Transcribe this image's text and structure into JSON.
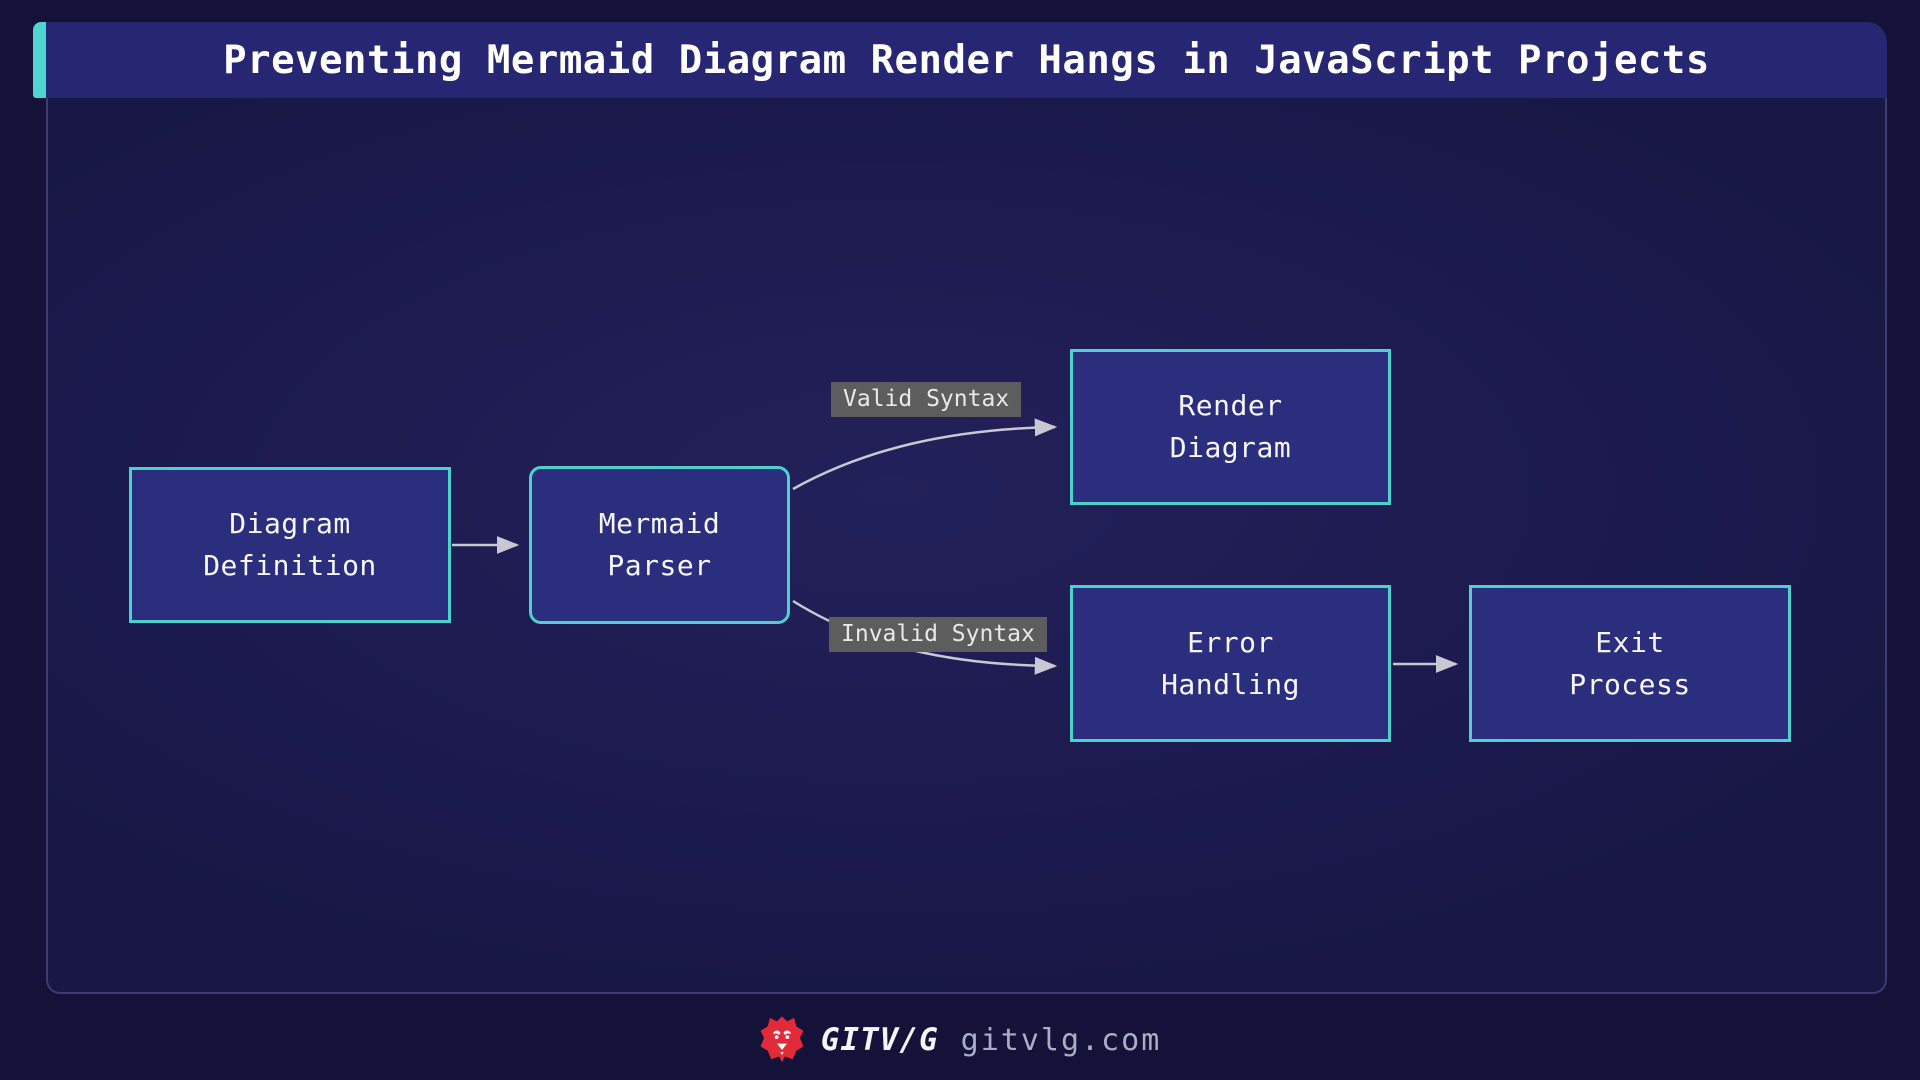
{
  "title": "Preventing Mermaid Diagram Render Hangs in JavaScript Projects",
  "diagram": {
    "type": "flowchart-LR",
    "nodes": [
      {
        "id": "diagram-definition",
        "line1": "Diagram",
        "line2": "Definition",
        "shape": "rect"
      },
      {
        "id": "mermaid-parser",
        "line1": "Mermaid",
        "line2": "Parser",
        "shape": "rounded"
      },
      {
        "id": "render-diagram",
        "line1": "Render",
        "line2": "Diagram",
        "shape": "rect"
      },
      {
        "id": "error-handling",
        "line1": "Error",
        "line2": "Handling",
        "shape": "rect"
      },
      {
        "id": "exit-process",
        "line1": "Exit",
        "line2": "Process",
        "shape": "rect"
      }
    ],
    "edges": [
      {
        "from": "diagram-definition",
        "to": "mermaid-parser",
        "label": ""
      },
      {
        "from": "mermaid-parser",
        "to": "render-diagram",
        "label": "Valid Syntax"
      },
      {
        "from": "mermaid-parser",
        "to": "error-handling",
        "label": "Invalid Syntax"
      },
      {
        "from": "error-handling",
        "to": "exit-process",
        "label": ""
      }
    ],
    "edge_labels": [
      {
        "text": "Valid Syntax"
      },
      {
        "text": "Invalid Syntax"
      }
    ]
  },
  "footer": {
    "logo_icon": "lion-icon",
    "brand": "GITV/G",
    "site": "gitvlg.com"
  },
  "colors": {
    "page_background": "#141239",
    "header_background": "#272672",
    "accent_teal": "#4fd5d0",
    "canvas_background": "#1d1b50",
    "canvas_border": "#3e3c70",
    "node_fill": "#2b2d7d",
    "node_border": "#4cd2cc",
    "node_text": "#f6f6ff",
    "edge_line": "#c6c8d4",
    "edge_label_background": "#5d5d5d",
    "edge_label_text": "#e9e9e9",
    "brand_red": "#e22b38",
    "site_text": "#a9aec6"
  }
}
